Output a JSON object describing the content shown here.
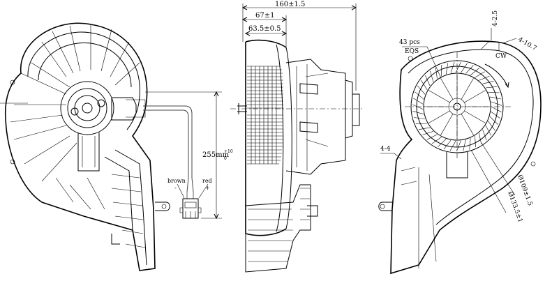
{
  "dimensions": {
    "overall_length": "160±1.5",
    "mount_offset": "67±1",
    "wheel_width": "63.5±0.5",
    "cable_length": "255mm",
    "cable_tolerance_upper": "+10",
    "cable_tolerance_lower": "0",
    "hole_left": "4-4",
    "hole_top": "4-2.5",
    "hole_right": "4-10.7",
    "inner_diameter": "Ø109±1.5",
    "outer_diameter": "Ø133.5±1"
  },
  "labels": {
    "blade_count": "43 pcs",
    "blade_spacing": "EQS",
    "rotation": "CW",
    "wire_brown": "brown",
    "wire_red": "red",
    "polarity_minus": "-",
    "polarity_plus": "+"
  }
}
